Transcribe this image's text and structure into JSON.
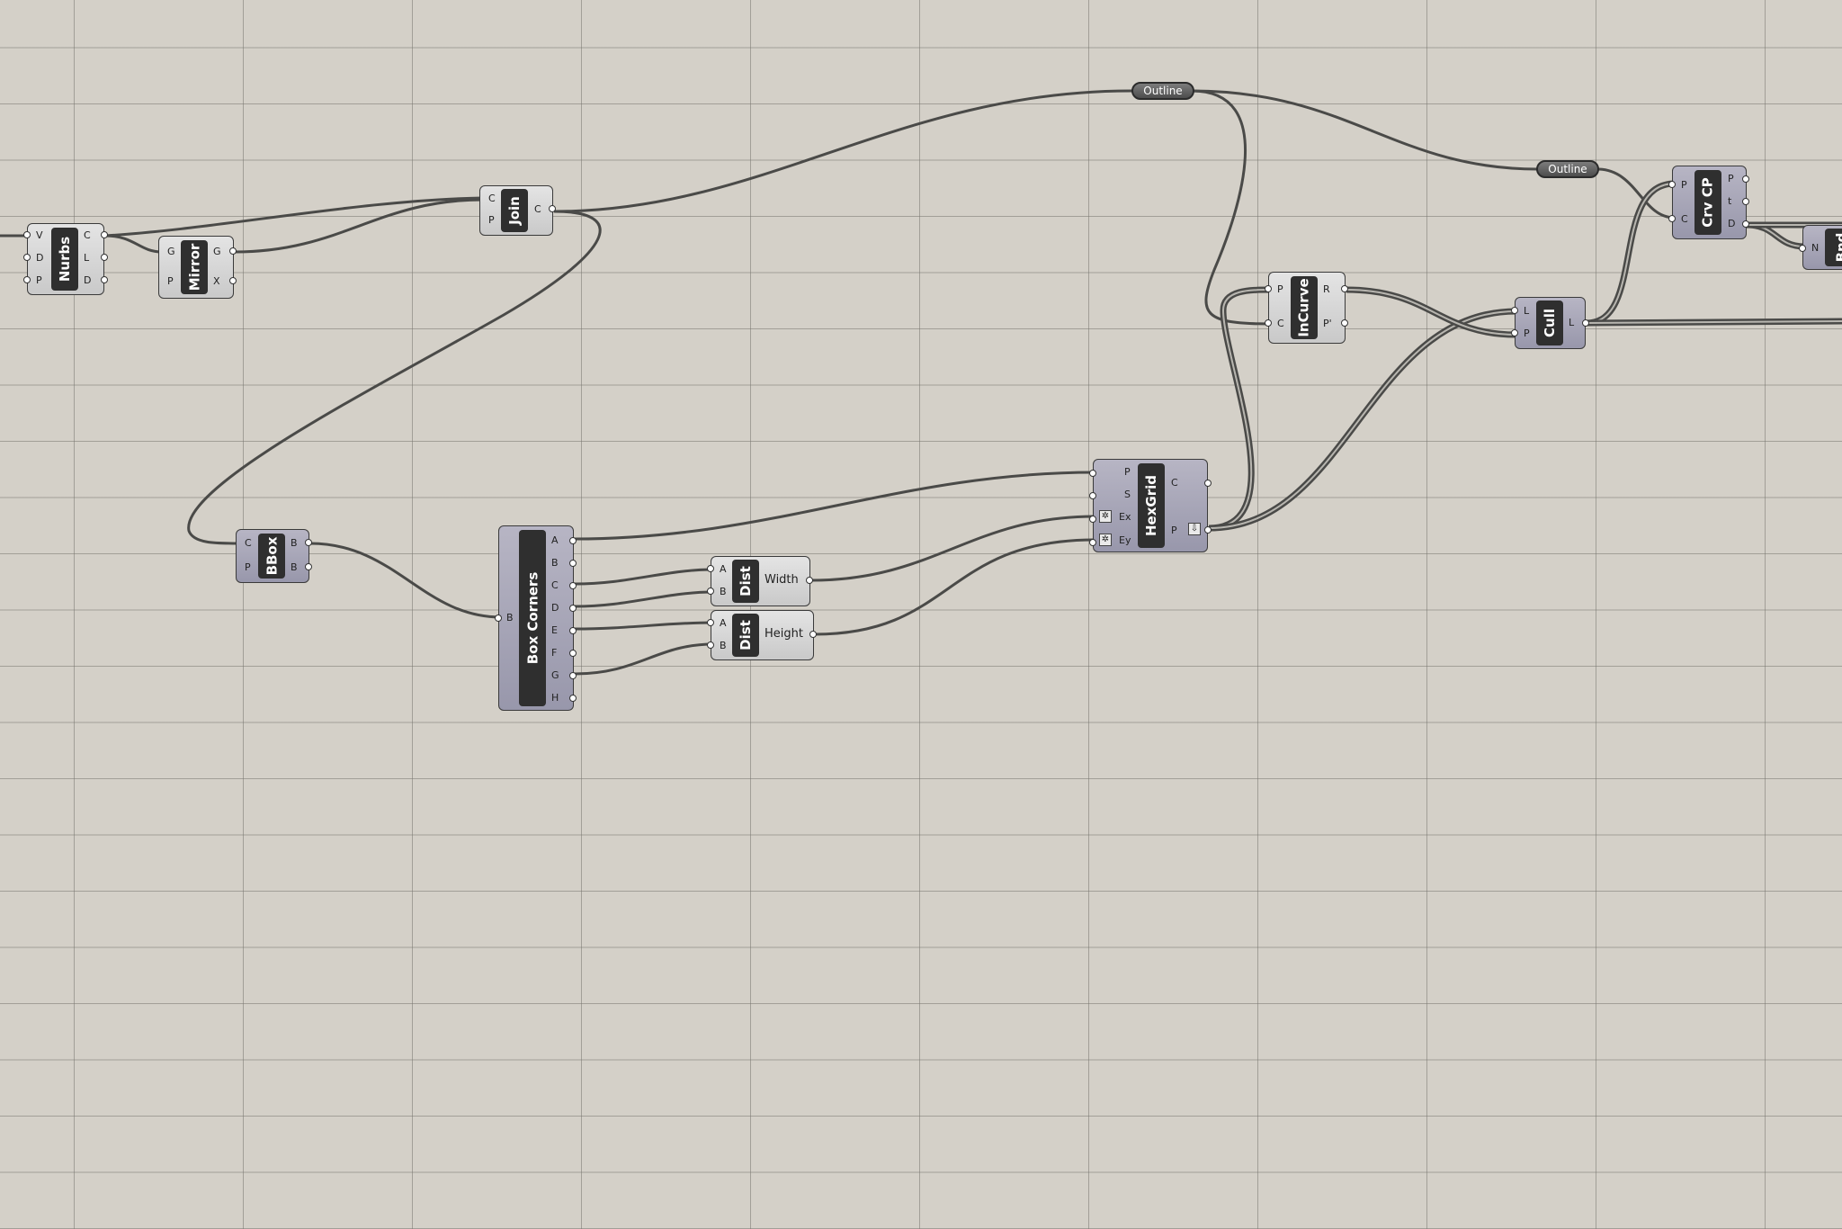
{
  "relays": {
    "outline_1": "Outline",
    "outline_2": "Outline"
  },
  "components": {
    "nurbs": {
      "title": "Nurbs",
      "inputs": [
        "V",
        "D",
        "P"
      ],
      "outputs": [
        "C",
        "L",
        "D"
      ]
    },
    "mirror": {
      "title": "Mirror",
      "inputs": [
        "G",
        "P"
      ],
      "outputs": [
        "G",
        "X"
      ]
    },
    "join": {
      "title": "Join",
      "inputs": [
        "C",
        "P"
      ],
      "outputs": [
        "C"
      ]
    },
    "bbox": {
      "title": "BBox",
      "inputs": [
        "C",
        "P"
      ],
      "outputs": [
        "B",
        "B"
      ]
    },
    "boxcorners": {
      "title": "Box Corners",
      "inputs": [
        "B"
      ],
      "outputs": [
        "A",
        "B",
        "C",
        "D",
        "E",
        "F",
        "G",
        "H"
      ]
    },
    "dist_width": {
      "title": "Dist",
      "inputs": [
        "A",
        "B"
      ],
      "output_label": "Width"
    },
    "dist_height": {
      "title": "Dist",
      "inputs": [
        "A",
        "B"
      ],
      "output_label": "Height"
    },
    "hexgrid": {
      "title": "HexGrid",
      "inputs": [
        "P",
        "S",
        "Ex",
        "Ey"
      ],
      "outputs": [
        "C",
        "P"
      ]
    },
    "incurve": {
      "title": "InCurve",
      "inputs": [
        "P",
        "C"
      ],
      "outputs": [
        "R",
        "P'"
      ]
    },
    "cull": {
      "title": "Cull",
      "inputs": [
        "L",
        "P"
      ],
      "outputs": [
        "L"
      ]
    },
    "crvcp": {
      "title": "Crv CP",
      "inputs": [
        "P",
        "C"
      ],
      "outputs": [
        "P",
        "t",
        "D"
      ]
    },
    "bnd": {
      "title": "Bnd",
      "inputs": [
        "N"
      ]
    }
  },
  "icons": {
    "flag": "graft-icon",
    "flatten": "flatten-icon"
  }
}
